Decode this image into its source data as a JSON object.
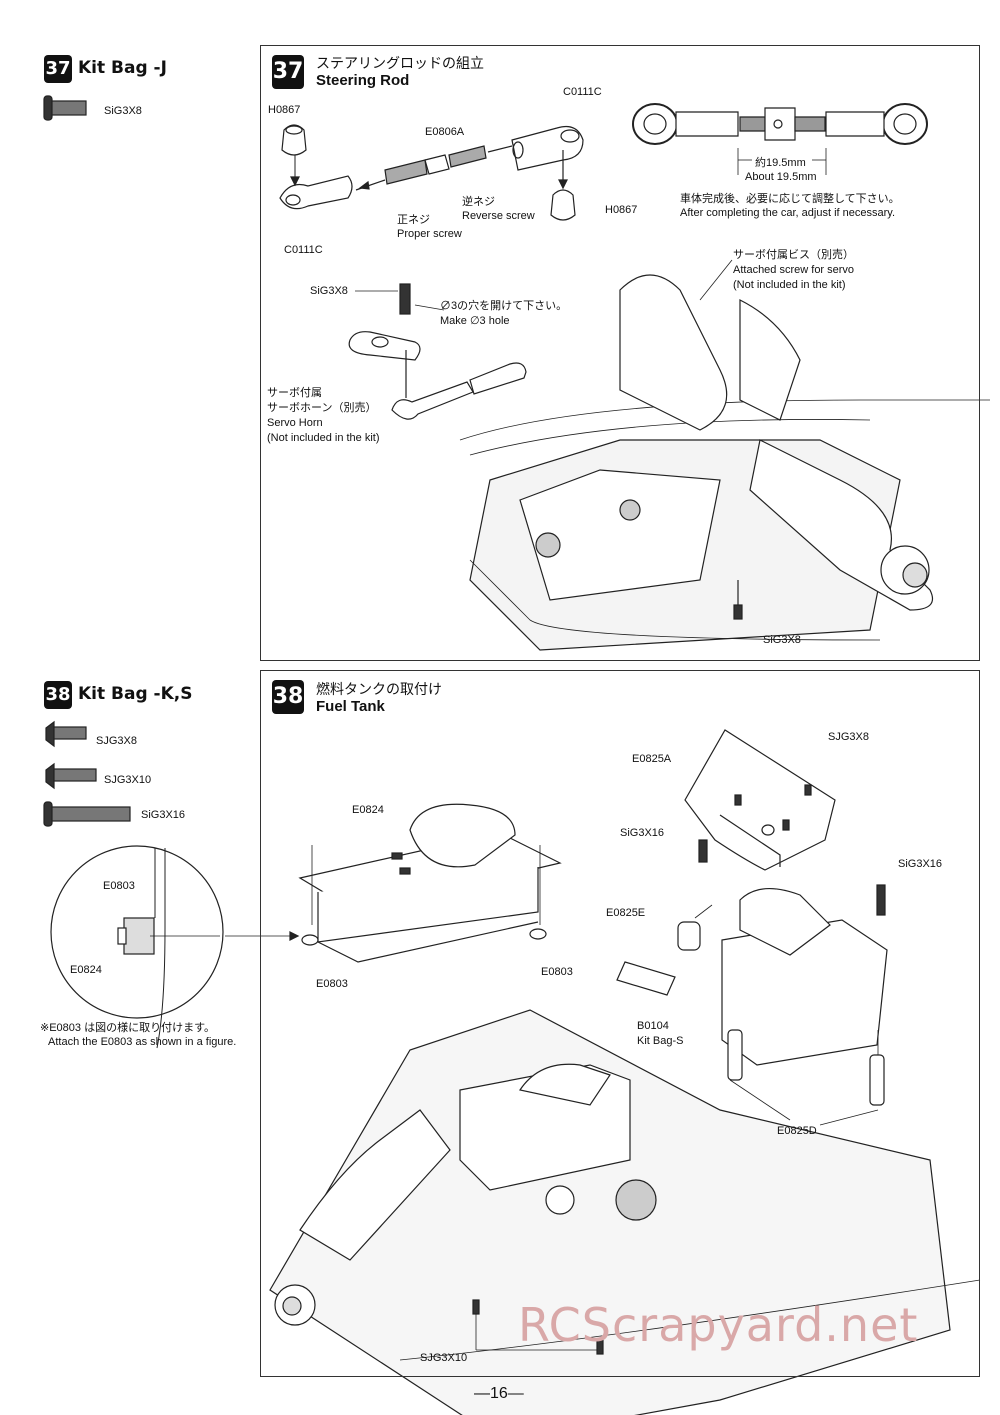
{
  "step37": {
    "number": "37",
    "bag_title": "Kit Bag -J",
    "bag_parts": [
      "SiG3X8"
    ],
    "title_jp": "ステアリングロッドの組立",
    "title_en": "Steering Rod",
    "labels": {
      "h0867_a": "H0867",
      "e0806a": "E0806A",
      "c0111c_a": "C0111C",
      "c0111c_b": "C0111C",
      "h0867_b": "H0867",
      "reverse_jp": "逆ネジ",
      "reverse_en": "Reverse screw",
      "proper_jp": "正ネジ",
      "proper_en": "Proper screw",
      "length_jp": "約19.5mm",
      "length_en": "About 19.5mm",
      "adjust_jp": "車体完成後、必要に応じて調整して下さい。",
      "adjust_en": "After completing the car, adjust if necessary.",
      "servo_screw_jp": "サーボ付属ビス（別売）",
      "servo_screw_en1": "Attached screw for servo",
      "servo_screw_en2": "(Not included in the kit)",
      "sig3x8_a": "SiG3X8",
      "hole_jp": "∅3の穴を開けて下さい。",
      "hole_en": "Make ∅3 hole",
      "horn_jp1": "サーボ付属",
      "horn_jp2": "サーボホーン（別売）",
      "horn_en1": "Servo Horn",
      "horn_en2": "(Not included in the kit)",
      "sig3x8_b": "SiG3X8"
    }
  },
  "step38": {
    "number": "38",
    "bag_title": "Kit Bag -K,S",
    "bag_parts": [
      "SJG3X8",
      "SJG3X10",
      "SiG3X16"
    ],
    "title_jp": "燃料タンクの取付け",
    "title_en": "Fuel Tank",
    "labels": {
      "e0803_detail": "E0803",
      "e0824_detail": "E0824",
      "note_jp": "※E0803 は図の様に取り付けます。",
      "note_en": "Attach the E0803 as shown in a figure.",
      "e0824": "E0824",
      "e0803_a": "E0803",
      "e0803_b": "E0803",
      "e0825a": "E0825A",
      "sjg3x8": "SJG3X8",
      "sig3x16_a": "SiG3X16",
      "sig3x16_b": "SiG3X16",
      "e0825e": "E0825E",
      "b0104": "B0104",
      "kit_bag_s": "Kit Bag-S",
      "e0825d": "E0825D",
      "sjg3x10": "SJG3X10"
    }
  },
  "page_number": "—16—",
  "watermark": "RCScrapyard.net"
}
